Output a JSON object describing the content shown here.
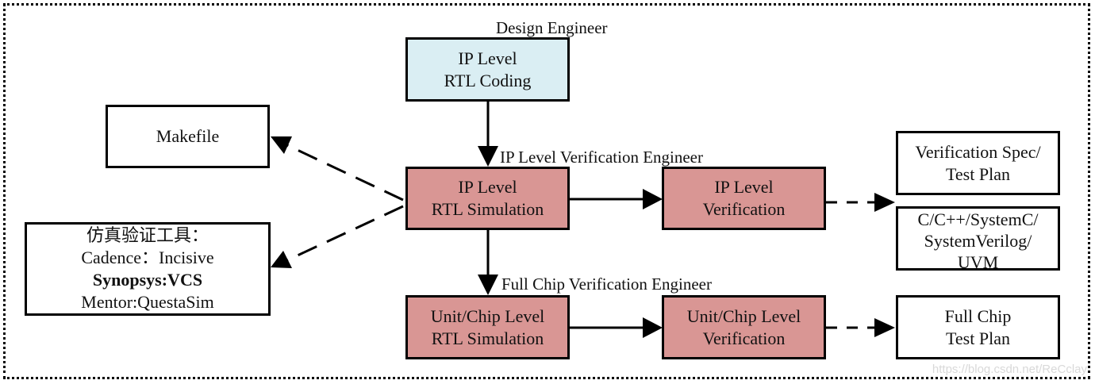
{
  "colors": {
    "coding_fill": "#daeef3",
    "simulation_fill": "#d99694",
    "plain_fill": "#ffffff",
    "stroke": "#000000"
  },
  "role_labels": {
    "design": "Design Engineer",
    "ip_verification": "IP Level Verification Engineer",
    "full_chip_verification": "Full Chip Verification Engineer"
  },
  "boxes": {
    "ip_rtl_coding": [
      "IP Level",
      "RTL Coding"
    ],
    "ip_rtl_simulation": [
      "IP Level",
      "RTL Simulation"
    ],
    "ip_verification": [
      "IP Level",
      "Verification"
    ],
    "unit_rtl_simulation": [
      "Unit/Chip Level",
      "RTL Simulation"
    ],
    "unit_verification": [
      "Unit/Chip Level",
      "Verification"
    ],
    "makefile": [
      "Makefile"
    ],
    "sim_tools": [
      "仿真验证工具：",
      "Cadence：Incisive",
      "Synopsys:VCS",
      "Mentor:QuestaSim"
    ],
    "verification_spec": [
      "Verification Spec/",
      "Test Plan"
    ],
    "languages": [
      "C/C++/SystemC/",
      "SystemVerilog/",
      "UVM"
    ],
    "full_chip_test_plan": [
      "Full Chip",
      "Test Plan"
    ]
  },
  "edges": [
    {
      "from": "ip_rtl_coding",
      "to": "ip_rtl_simulation",
      "style": "solid"
    },
    {
      "from": "ip_rtl_simulation",
      "to": "ip_verification",
      "style": "solid"
    },
    {
      "from": "ip_rtl_simulation",
      "to": "unit_rtl_simulation",
      "style": "solid"
    },
    {
      "from": "unit_rtl_simulation",
      "to": "unit_verification",
      "style": "solid"
    },
    {
      "from": "ip_rtl_simulation",
      "to": "makefile",
      "style": "dashed"
    },
    {
      "from": "ip_rtl_simulation",
      "to": "sim_tools",
      "style": "dashed"
    },
    {
      "from": "ip_verification",
      "to": "verification_spec / languages",
      "style": "dashed"
    },
    {
      "from": "unit_verification",
      "to": "full_chip_test_plan",
      "style": "dashed"
    }
  ],
  "watermark": "https://blog.csdn.net/ReCclay"
}
